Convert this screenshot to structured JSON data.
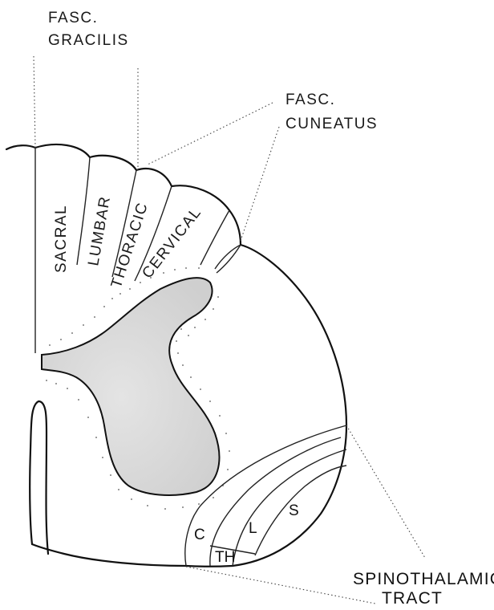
{
  "labels": {
    "fasc_gracilis": [
      "FASC.",
      "GRACILIS"
    ],
    "fasc_cuneatus": [
      "FASC.",
      "CUNEATUS"
    ],
    "spinothalamic": [
      "SPINOTHALAMIC",
      "TRACT"
    ]
  },
  "columns": {
    "sacral": "SACRAL",
    "lumbar": "LUMBAR",
    "thoracic": "THORACIC",
    "cervical": "CERVICAL"
  },
  "tract_segments": {
    "c": "C",
    "th": "TH",
    "l": "L",
    "s": "S"
  },
  "colors": {
    "ink": "#111111",
    "gray_matter": "#d9d9d9",
    "background": "#ffffff"
  }
}
